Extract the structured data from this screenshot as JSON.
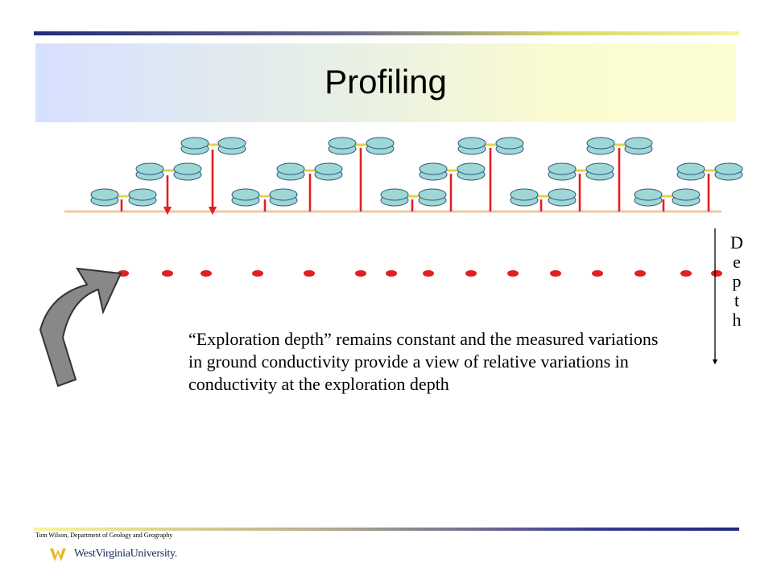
{
  "slide": {
    "title": "Profiling",
    "caption": "“Exploration depth” remains constant and the measured variations in ground conductivity provide a view of relative variations in conductivity at the exploration depth",
    "depth_label": [
      "D",
      "e",
      "p",
      "t",
      "h"
    ],
    "footer": "Tom Wilson, Department of Geology and Geography",
    "logo_text": "WestVirginiaUniversity."
  },
  "colors": {
    "coil_fill": "#9fd6d6",
    "coil_stroke": "#2a5a7a",
    "boom": "#e6d24a",
    "depth_marker": "#e02020",
    "ground_line": "#f0c8a0",
    "curved_arrow": "#888888",
    "logo_gold": "#e8b820"
  }
}
